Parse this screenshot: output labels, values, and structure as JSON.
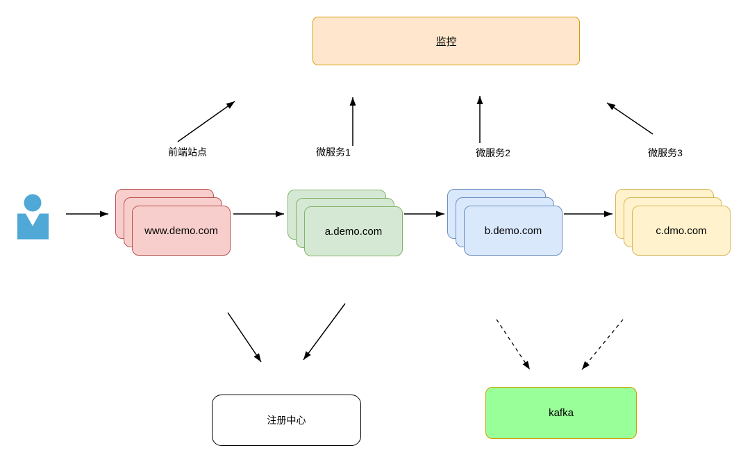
{
  "diagram": {
    "background": "#ffffff",
    "edge_color": "#000000",
    "user_icon": {
      "color": "#4FA8D5"
    },
    "monitor": {
      "label": "监控",
      "fill": "#FFE6CC",
      "stroke": "#D79B00"
    },
    "flow_labels": {
      "frontend": "前端站点",
      "ms1": "微服务1",
      "ms2": "微服务2",
      "ms3": "微服务3"
    },
    "stacks": {
      "www": {
        "label": "www.demo.com",
        "fill": "#F8CECC",
        "stroke": "#B85450"
      },
      "a": {
        "label": "a.demo.com",
        "fill": "#D5E8D4",
        "stroke": "#82B366"
      },
      "b": {
        "label": "b.demo.com",
        "fill": "#DAE8FC",
        "stroke": "#6C8EBF"
      },
      "c": {
        "label": "c.dmo.com",
        "fill": "#FFF2CC",
        "stroke": "#D6B656"
      }
    },
    "registry": {
      "label": "注册中心",
      "fill": "#FFFFFF",
      "stroke": "#000000"
    },
    "kafka": {
      "label": "kafka",
      "fill": "#99FF99",
      "stroke": "#D79B00"
    }
  }
}
